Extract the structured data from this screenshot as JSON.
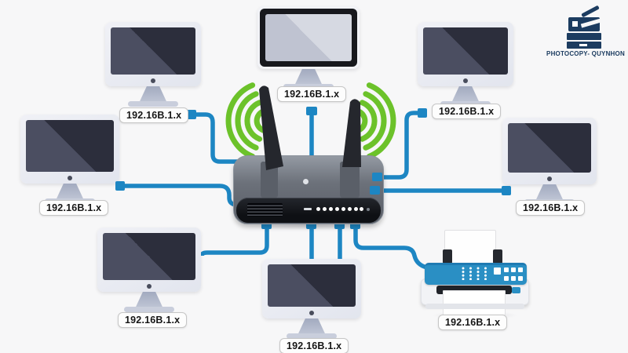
{
  "logo": {
    "text": "PHOTOCOPY- QUYNHON",
    "color": "#1c3c60"
  },
  "router": {
    "type": "wireless-router",
    "led_count": 8,
    "antenna_count": 2
  },
  "devices": [
    {
      "name": "monitor-top-left",
      "type": "monitor",
      "ip": "192.16B.1.x"
    },
    {
      "name": "monitor-top-center",
      "type": "monitor",
      "ip": "192.16B.1.x"
    },
    {
      "name": "monitor-top-right",
      "type": "monitor",
      "ip": "192.16B.1.x"
    },
    {
      "name": "monitor-left",
      "type": "monitor",
      "ip": "192.16B.1.x"
    },
    {
      "name": "monitor-right",
      "type": "monitor",
      "ip": "192.16B.1.x"
    },
    {
      "name": "monitor-bottom-left",
      "type": "monitor",
      "ip": "192.16B.1.x"
    },
    {
      "name": "monitor-bottom-center",
      "type": "monitor",
      "ip": "192.16B.1.x"
    },
    {
      "name": "printer",
      "type": "printer",
      "ip": "192.16B.1.x"
    }
  ],
  "colors": {
    "cable": "#1d86c3",
    "wifi": "#6cc22a",
    "screen_dark": "#2c2e3c",
    "router_front": "#0e1014"
  }
}
